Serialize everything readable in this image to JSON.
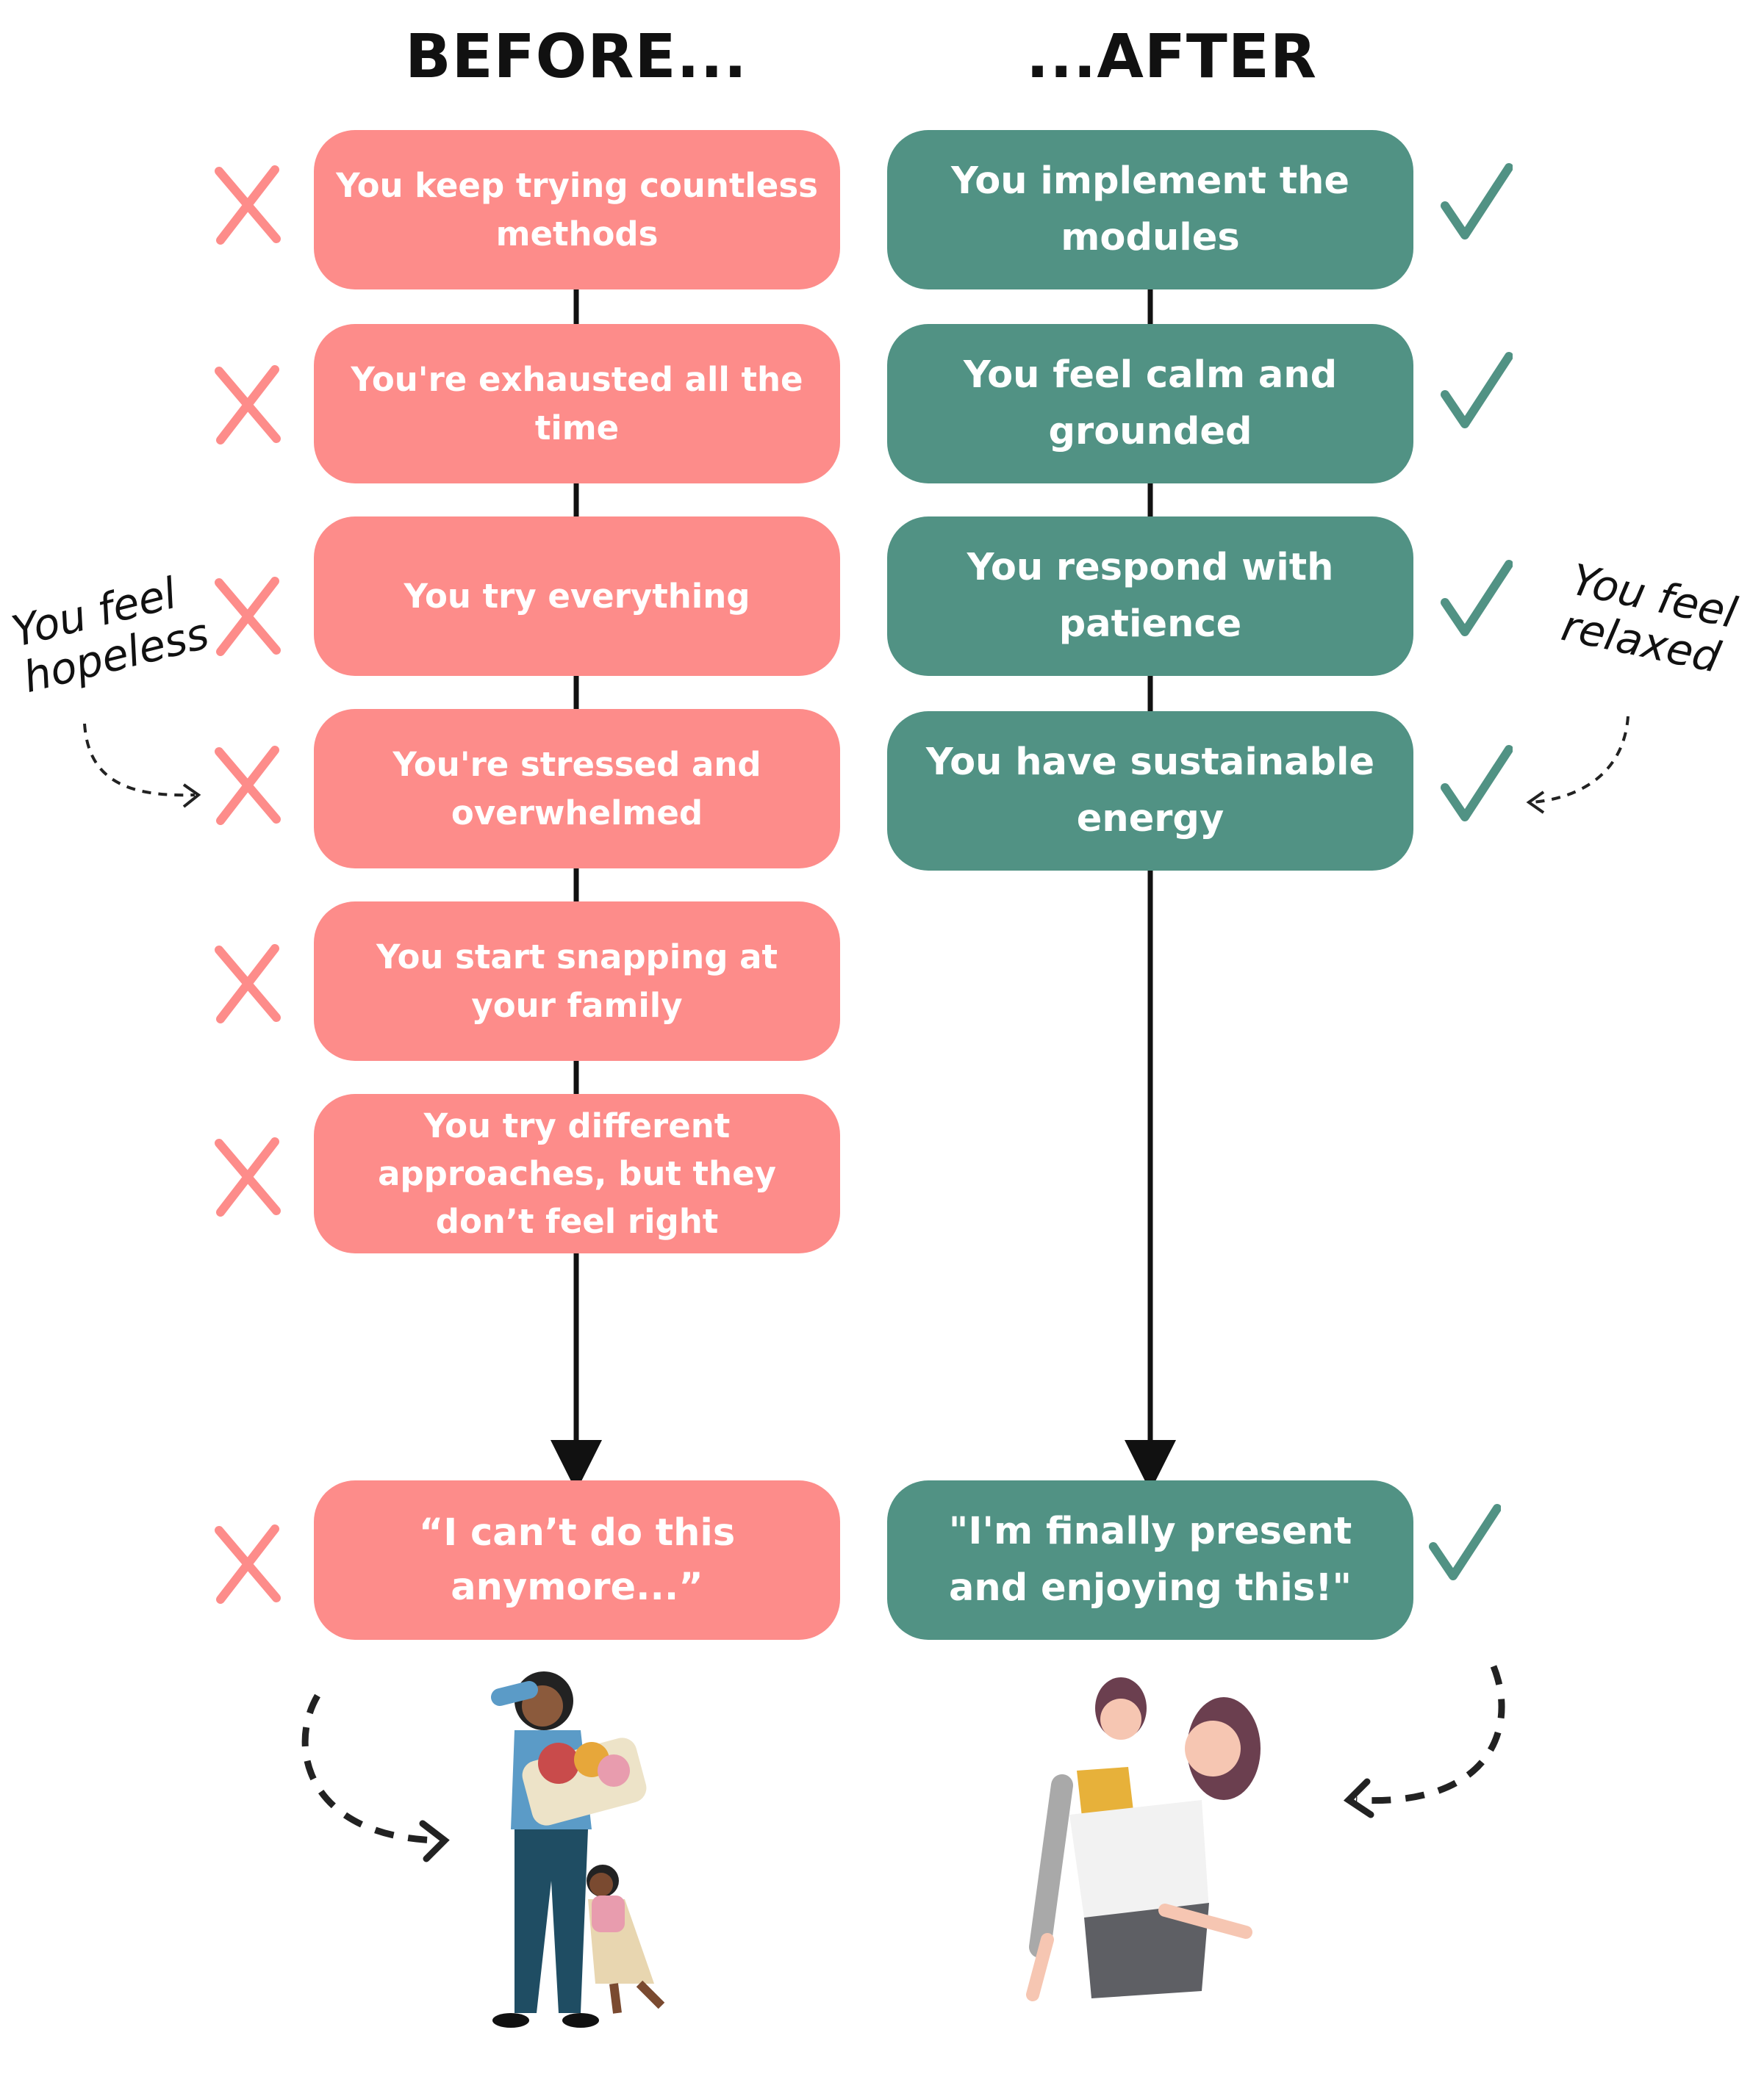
{
  "headers": {
    "before": "BEFORE...",
    "after": "...AFTER"
  },
  "before_items": [
    "You keep trying countless methods",
    "You're exhausted all the time",
    "You try everything",
    "You're stressed and overwhelmed",
    "You start snapping at your family",
    "You try different approaches, but they don’t feel right"
  ],
  "before_final": "“I can’t do this anymore...”",
  "after_items": [
    "You implement the modules",
    "You feel calm and grounded",
    "You respond with patience",
    "You have sustainable energy"
  ],
  "after_final": "\"I'm finally present and enjoying this!\"",
  "annotations": {
    "left": "You feel hopeless",
    "right": "You feel relaxed"
  },
  "colors": {
    "before": "#FD8C8A",
    "after": "#519284",
    "line": "#111111"
  },
  "icons": {
    "before": "x-mark-icon",
    "after": "check-mark-icon"
  }
}
